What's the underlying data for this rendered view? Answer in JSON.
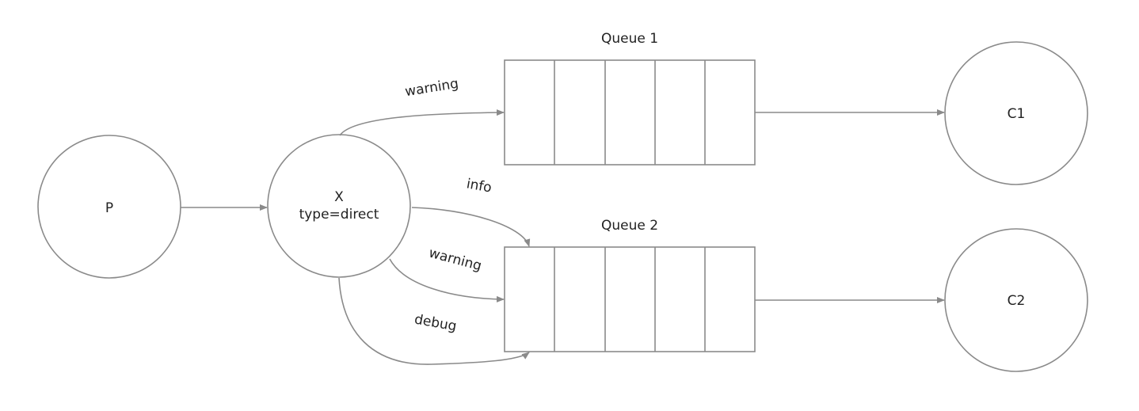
{
  "nodes": {
    "producer": {
      "label": "P"
    },
    "exchange": {
      "label": "X",
      "sublabel": "type=direct"
    },
    "queue1": {
      "label": "Queue 1"
    },
    "queue2": {
      "label": "Queue 2"
    },
    "consumer1": {
      "label": "C1"
    },
    "consumer2": {
      "label": "C2"
    }
  },
  "edges": {
    "x_q1_warning": "warning",
    "x_q2_info": "info",
    "x_q2_warning": "warning",
    "x_q2_debug": "debug"
  },
  "colors": {
    "stroke": "#8a8a8a",
    "text": "#222222"
  }
}
